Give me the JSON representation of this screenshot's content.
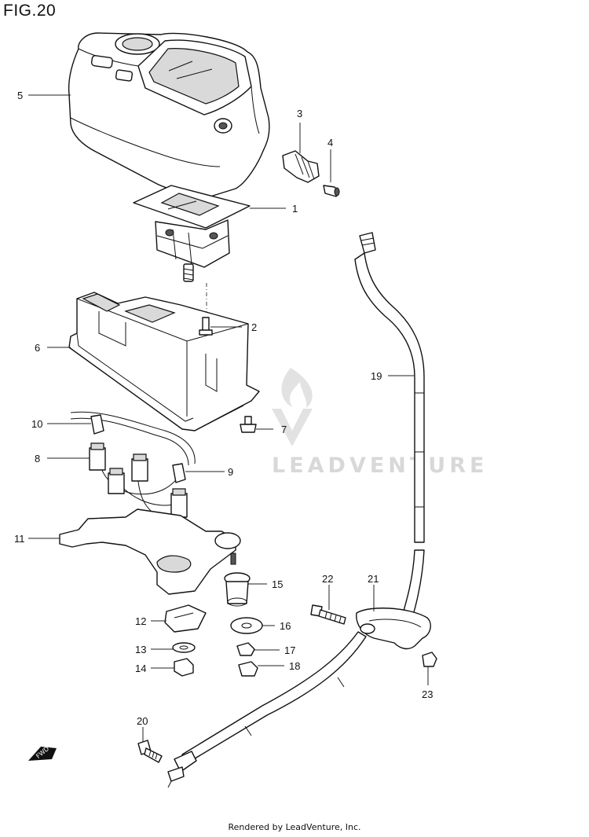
{
  "figure": {
    "title": "FIG.20"
  },
  "watermark": {
    "text": "LEADVENTURE"
  },
  "footer": {
    "text": "Rendered by LeadVenture, Inc."
  },
  "fwd_label": "FWD",
  "callouts": [
    "1",
    "2",
    "3",
    "4",
    "5",
    "6",
    "7",
    "8",
    "9",
    "10",
    "11",
    "12",
    "13",
    "14",
    "15",
    "16",
    "17",
    "18",
    "19",
    "20",
    "21",
    "22",
    "23"
  ]
}
